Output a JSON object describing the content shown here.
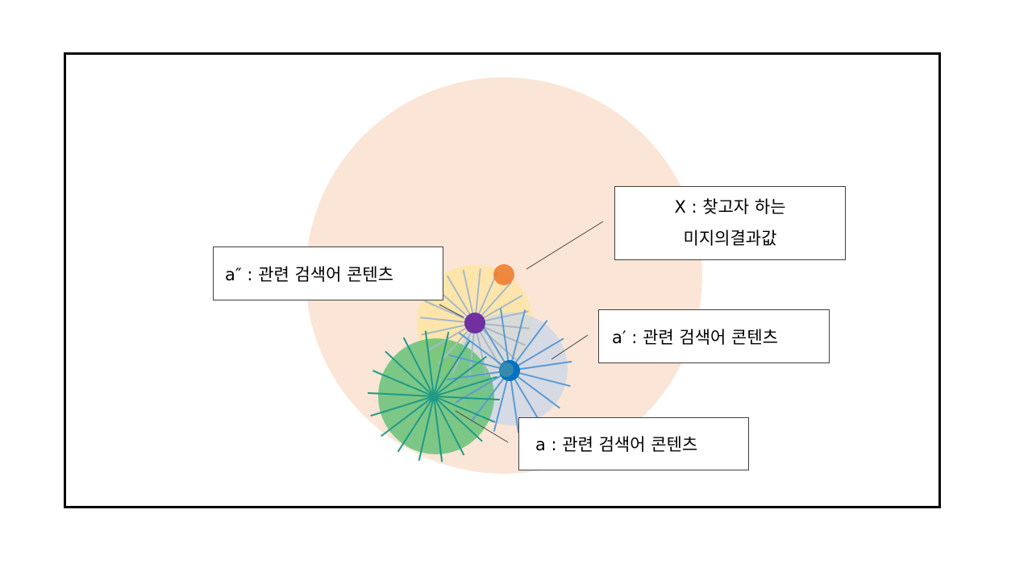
{
  "labels": {
    "x_line1": "X : 찾고자 하는",
    "x_line2": "미지의결과값",
    "a_double_prime": "a″ : 관련 검색어 콘텐츠",
    "a_prime": "a′ : 관련 검색어 콘텐츠",
    "a": "a : 관련 검색어 콘텐츠"
  },
  "colors": {
    "outer_circle": "#fbe5d6",
    "yellow_cluster": "#ffe699",
    "blue_cluster": "#c9d6e8",
    "green_cluster": "#5cbf72",
    "purple_node": "#7030a0",
    "blue_node": "#0070c0",
    "orange_node": "#ed7d31",
    "spoke_yellow": "#a6b9c8",
    "spoke_blue": "#5b9bd5",
    "spoke_green": "#1f9a86"
  },
  "icons": {
    "x_node": "orange-dot",
    "a_double_prime_node": "purple-dot",
    "a_prime_node": "blue-dot"
  }
}
